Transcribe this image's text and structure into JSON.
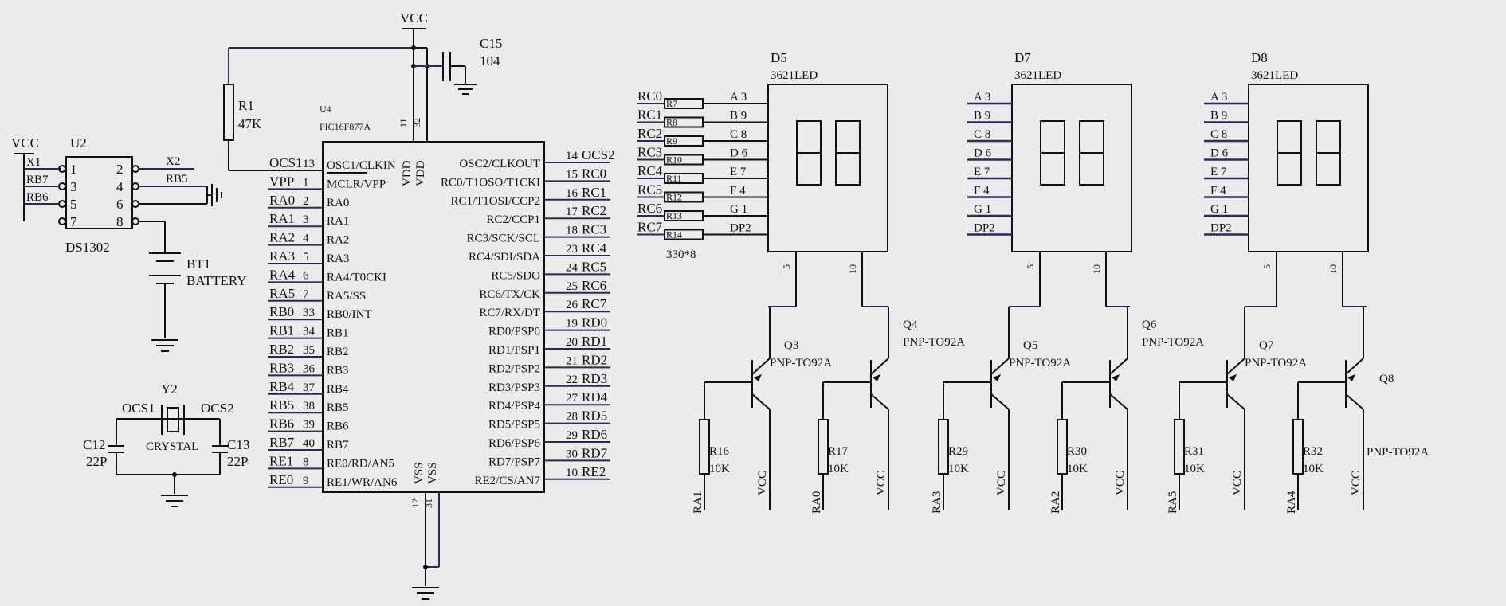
{
  "power": {
    "vcc": "VCC"
  },
  "cap_c15": {
    "ref": "C15",
    "value": "104"
  },
  "res_r1": {
    "ref": "R1",
    "value": "47K"
  },
  "u2": {
    "ref": "U2",
    "part": "DS1302",
    "left_pins": [
      {
        "net": "X1",
        "pin": "1"
      },
      {
        "net": "RB7",
        "pin": "3"
      },
      {
        "net": "RB6",
        "pin": "5"
      },
      {
        "net": "",
        "pin": "7"
      }
    ],
    "right_pins": [
      {
        "net": "X2",
        "pin": "2"
      },
      {
        "net": "RB5",
        "pin": "4"
      },
      {
        "net": "",
        "pin": "6"
      },
      {
        "net": "",
        "pin": "8"
      }
    ]
  },
  "battery": {
    "ref": "BT1",
    "value": "BATTERY"
  },
  "crystal": {
    "ref": "Y2",
    "value": "CRYSTAL",
    "left_net": "OCS1",
    "right_net": "OCS2"
  },
  "caps_crystal": [
    {
      "ref": "C12",
      "value": "22P"
    },
    {
      "ref": "C13",
      "value": "22P"
    }
  ],
  "u4": {
    "ref": "U4",
    "part": "PIC16F877A",
    "top_pins": [
      "11",
      "32"
    ],
    "top_label": "VDD",
    "bottom_pins": [
      "12",
      "31"
    ],
    "bottom_label": "VSS",
    "left_pins": [
      {
        "net": "OCS1",
        "pin": "13",
        "func": "OSC1/CLKIN"
      },
      {
        "net": "VPP",
        "pin": "1",
        "func": "MCLR/VPP"
      },
      {
        "net": "RA0",
        "pin": "2",
        "func": "RA0"
      },
      {
        "net": "RA1",
        "pin": "3",
        "func": "RA1"
      },
      {
        "net": "RA2",
        "pin": "4",
        "func": "RA2"
      },
      {
        "net": "RA3",
        "pin": "5",
        "func": "RA3"
      },
      {
        "net": "RA4",
        "pin": "6",
        "func": "RA4/T0CKI"
      },
      {
        "net": "RA5",
        "pin": "7",
        "func": "RA5/SS"
      },
      {
        "net": "RB0",
        "pin": "33",
        "func": "RB0/INT"
      },
      {
        "net": "RB1",
        "pin": "34",
        "func": "RB1"
      },
      {
        "net": "RB2",
        "pin": "35",
        "func": "RB2"
      },
      {
        "net": "RB3",
        "pin": "36",
        "func": "RB3"
      },
      {
        "net": "RB4",
        "pin": "37",
        "func": "RB4"
      },
      {
        "net": "RB5",
        "pin": "38",
        "func": "RB5"
      },
      {
        "net": "RB6",
        "pin": "39",
        "func": "RB6"
      },
      {
        "net": "RB7",
        "pin": "40",
        "func": "RB7"
      },
      {
        "net": "RE1",
        "pin": "8",
        "func": "RE0/RD/AN5"
      },
      {
        "net": "RE0",
        "pin": "9",
        "func": "RE1/WR/AN6"
      }
    ],
    "right_pins": [
      {
        "net": "OCS2",
        "pin": "14",
        "func": "OSC2/CLKOUT"
      },
      {
        "net": "RC0",
        "pin": "15",
        "func": "RC0/T1OSO/T1CKI"
      },
      {
        "net": "RC1",
        "pin": "16",
        "func": "RC1/T1OSI/CCP2"
      },
      {
        "net": "RC2",
        "pin": "17",
        "func": "RC2/CCP1"
      },
      {
        "net": "RC3",
        "pin": "18",
        "func": "RC3/SCK/SCL"
      },
      {
        "net": "RC4",
        "pin": "23",
        "func": "RC4/SDI/SDA"
      },
      {
        "net": "RC5",
        "pin": "24",
        "func": "RC5/SDO"
      },
      {
        "net": "RC6",
        "pin": "25",
        "func": "RC6/TX/CK"
      },
      {
        "net": "RC7",
        "pin": "26",
        "func": "RC7/RX/DT"
      },
      {
        "net": "RD0",
        "pin": "19",
        "func": "RD0/PSP0"
      },
      {
        "net": "RD1",
        "pin": "20",
        "func": "RD1/PSP1"
      },
      {
        "net": "RD2",
        "pin": "21",
        "func": "RD2/PSP2"
      },
      {
        "net": "RD3",
        "pin": "22",
        "func": "RD3/PSP3"
      },
      {
        "net": "RD4",
        "pin": "27",
        "func": "RD4/PSP4"
      },
      {
        "net": "RD5",
        "pin": "28",
        "func": "RD5/PSP5"
      },
      {
        "net": "RD6",
        "pin": "29",
        "func": "RD6/PSP6"
      },
      {
        "net": "RD7",
        "pin": "30",
        "func": "RD7/PSP7"
      },
      {
        "net": "RE2",
        "pin": "10",
        "func": "RE2/CS/AN7"
      }
    ]
  },
  "resistor_array": {
    "nets": [
      "RC0",
      "RC1",
      "RC2",
      "RC3",
      "RC4",
      "RC5",
      "RC6",
      "RC7"
    ],
    "refs": [
      "R7",
      "R8",
      "R9",
      "R10",
      "R11",
      "R12",
      "R13",
      "R14"
    ],
    "value": "330*8"
  },
  "displays": [
    {
      "ref": "D5",
      "part": "3621LED"
    },
    {
      "ref": "D7",
      "part": "3621LED"
    },
    {
      "ref": "D8",
      "part": "3621LED"
    }
  ],
  "segment_pins": [
    "A 3",
    "B 9",
    "C 8",
    "D 6",
    "E 7",
    "F 4",
    "G 1",
    "DP2"
  ],
  "common_pins": [
    "5",
    "10"
  ],
  "transistors": [
    {
      "ref": "Q3",
      "part": "PNP-TO92A"
    },
    {
      "ref": "Q4",
      "part": "PNP-TO92A"
    },
    {
      "ref": "Q5",
      "part": "PNP-TO92A"
    },
    {
      "ref": "Q6",
      "part": "PNP-TO92A"
    },
    {
      "ref": "Q7",
      "part": "PNP-TO92A"
    },
    {
      "ref": "Q8",
      "part": "PNP-TO92A"
    }
  ],
  "base_resistors": [
    {
      "ref": "R16",
      "value": "10K",
      "net": "RA1"
    },
    {
      "ref": "R17",
      "value": "10K",
      "net": "RA0"
    },
    {
      "ref": "R29",
      "value": "10K",
      "net": "RA3"
    },
    {
      "ref": "R30",
      "value": "10K",
      "net": "RA2"
    },
    {
      "ref": "R31",
      "value": "10K",
      "net": "RA5"
    },
    {
      "ref": "R32",
      "value": "10K",
      "net": "RA4"
    }
  ]
}
